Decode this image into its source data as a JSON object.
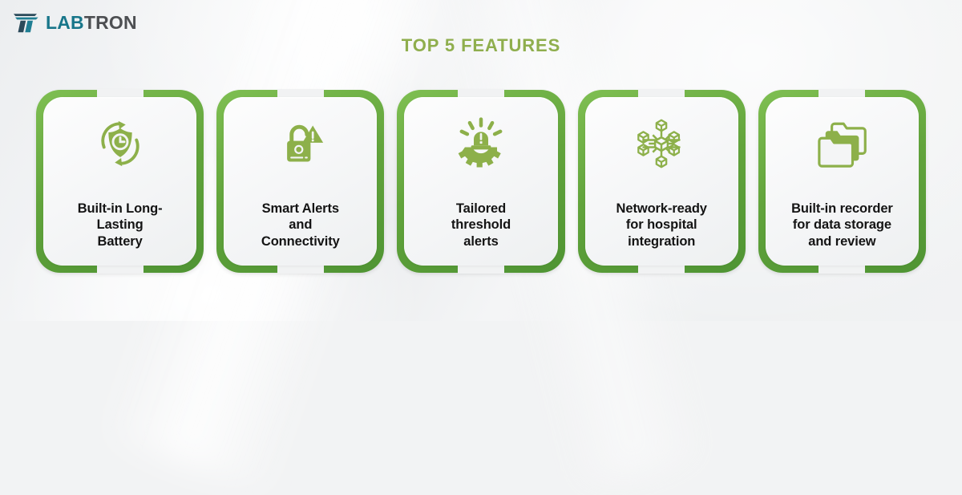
{
  "brand": {
    "logo_icon": "labtron-t-mark-icon",
    "name_part1": "LAB",
    "name_part2": "TRON",
    "color_part1": "#18768a",
    "color_part2": "#4d4f52"
  },
  "header": {
    "title": "TOP 5 FEATURES",
    "title_color": "#8fae4d"
  },
  "theme": {
    "frame_green": "#62a43c",
    "icon_green": "#8db04a",
    "background": "#f1f2f3",
    "text_color": "#141414"
  },
  "cards": [
    {
      "icon": "shield-clock-refresh-icon",
      "label": "Built-in Long-\nLasting\nBattery"
    },
    {
      "icon": "padlock-warning-icon",
      "label": "Smart Alerts\nand\nConnectivity"
    },
    {
      "icon": "alarm-beacon-gear-icon",
      "label": "Tailored\nthreshold\nalerts"
    },
    {
      "icon": "network-cubes-icon",
      "label": "Network-ready\nfor hospital\nintegration"
    },
    {
      "icon": "stacked-folders-icon",
      "label": "Built-in recorder\nfor data storage\nand review"
    }
  ]
}
